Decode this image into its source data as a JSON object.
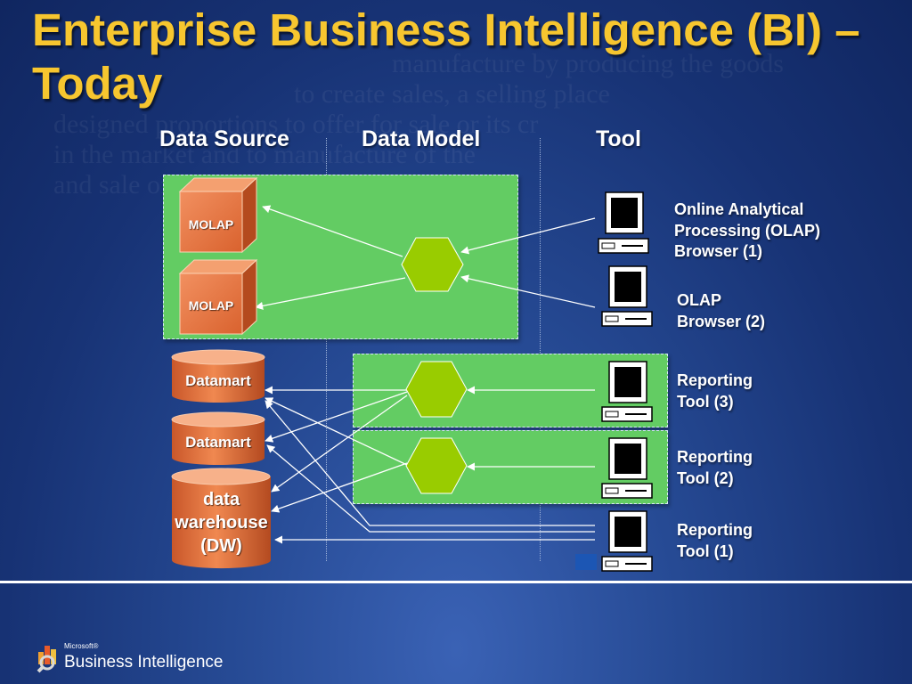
{
  "slide": {
    "title": "Enterprise Business Intelligence (BI) – Today",
    "title_color": "#f7c62f",
    "band_color": "#63cc63",
    "hexagon_color": "#99cc00",
    "cube_color": "#e8743b",
    "cylinder_color": "#e8743b"
  },
  "columns": {
    "data_source": "Data Source",
    "data_model": "Data Model",
    "tool": "Tool"
  },
  "sources": {
    "molap_1": "MOLAP",
    "molap_2": "MOLAP",
    "datamart_1": "Datamart",
    "datamart_2": "Datamart",
    "data_warehouse": "data\nwarehouse\n(DW)"
  },
  "tools": {
    "olap_browser_1": "Online Analytical\nProcessing (OLAP)\nBrowser (1)",
    "olap_browser_2": "OLAP\nBrowser (2)",
    "reporting_tool_3": "Reporting\nTool (3)",
    "reporting_tool_2": "Reporting\nTool (2)",
    "reporting_tool_1": "Reporting\nTool (1)"
  },
  "footer": {
    "logo_small": "Microsoft®",
    "logo_main": "Business Intelligence"
  }
}
